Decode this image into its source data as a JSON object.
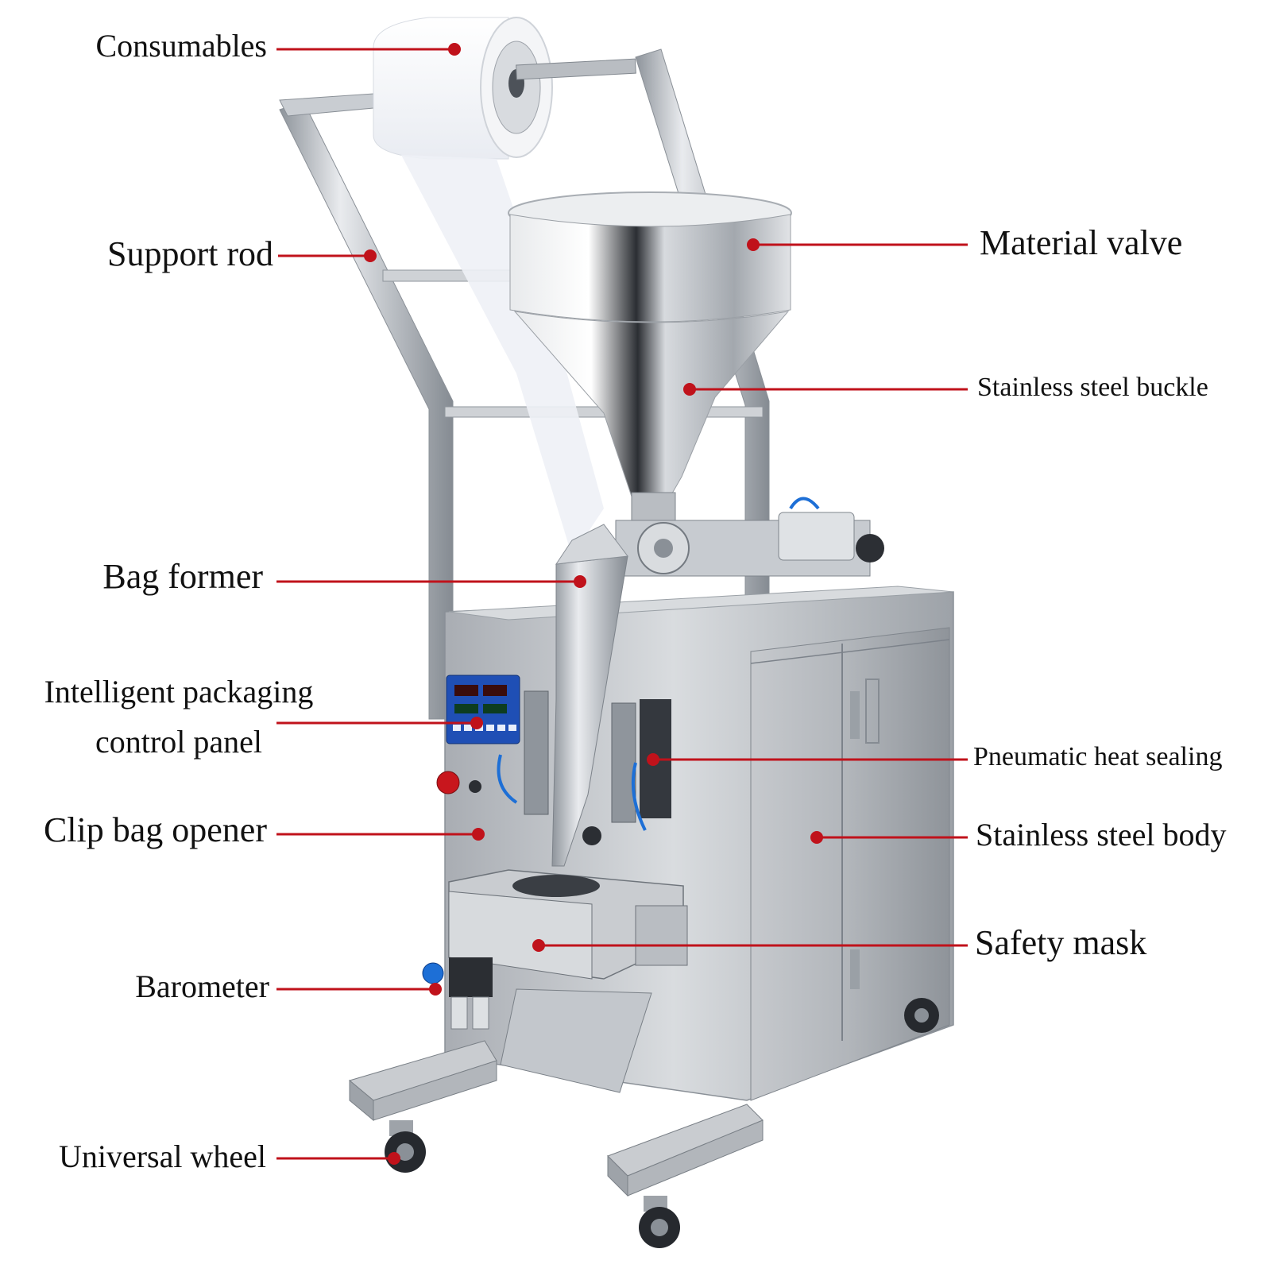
{
  "callouts": {
    "consumables": "Consumables",
    "support_rod": "Support rod",
    "material_valve": "Material valve",
    "stainless_steel_buckle": "Stainless steel buckle",
    "bag_former": "Bag former",
    "control_panel_line1": "Intelligent packaging",
    "control_panel_line2": "control panel",
    "pneumatic_heat_sealing": "Pneumatic heat sealing",
    "clip_bag_opener": "Clip bag opener",
    "stainless_steel_body": "Stainless steel body",
    "safety_mask": "Safety mask",
    "barometer": "Barometer",
    "universal_wheel": "Universal wheel"
  },
  "colors": {
    "leader_line": "#c0121b",
    "steel_light": "#e4e6e9",
    "steel_mid": "#b4b8be",
    "steel_dark": "#7c828a",
    "panel_blue": "#1f4fb5"
  }
}
